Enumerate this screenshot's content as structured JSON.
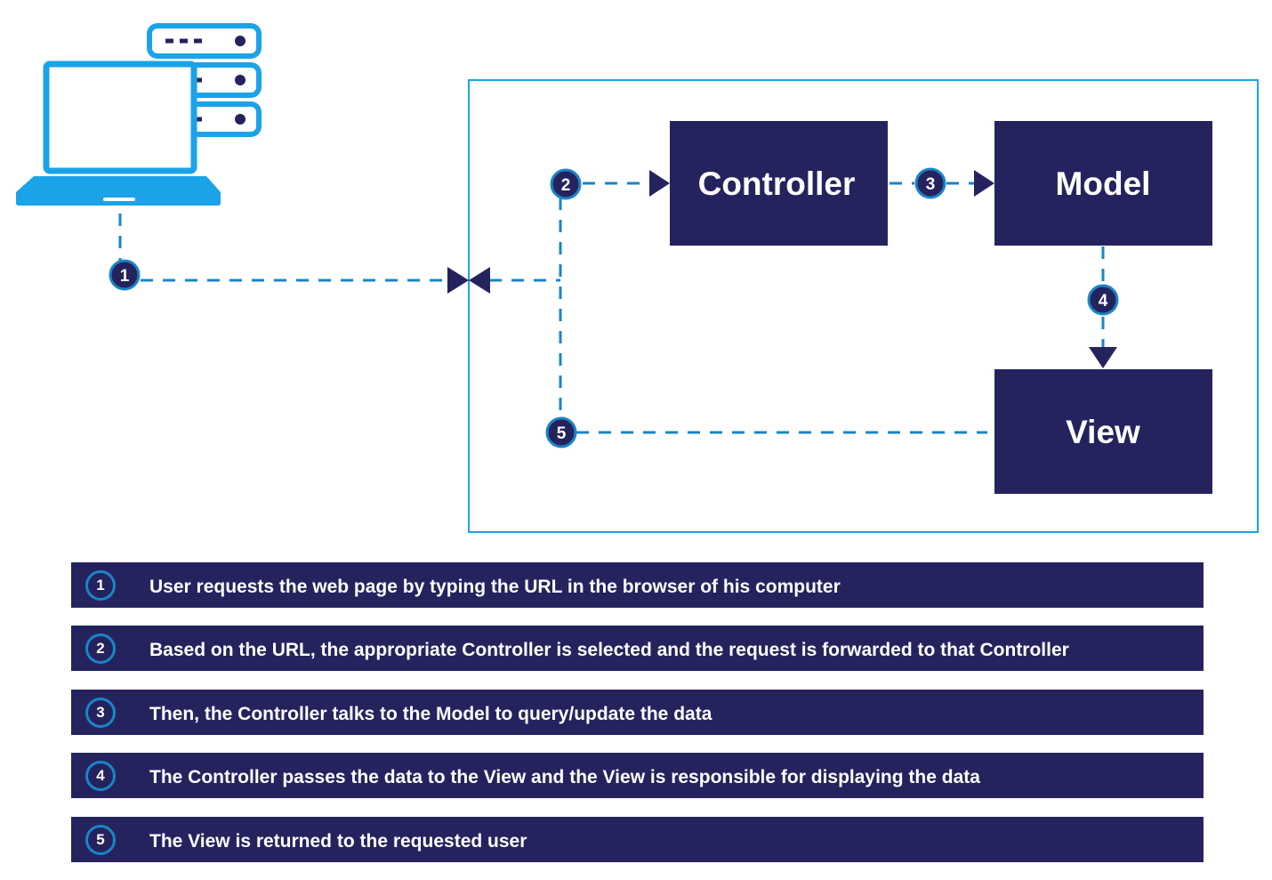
{
  "colors": {
    "navy": "#25235e",
    "blue": "#1a85c7",
    "light_blue": "#1aa3e8",
    "white": "#ffffff"
  },
  "icons": {
    "client": "laptop-icon",
    "server": "server-stack-icon"
  },
  "diagram": {
    "boxes": {
      "controller": "Controller",
      "model": "Model",
      "view": "View"
    },
    "badges": [
      "1",
      "2",
      "3",
      "4",
      "5"
    ]
  },
  "legend": [
    {
      "number": "1",
      "text": "User requests the web page by typing the URL in the browser of his computer"
    },
    {
      "number": "2",
      "text": "Based on the URL, the appropriate Controller is selected and the request is forwarded to that Controller"
    },
    {
      "number": "3",
      "text": "Then, the Controller talks to the Model to query/update the data"
    },
    {
      "number": "4",
      "text": "The Controller passes the data to the View and the View is responsible for displaying the data"
    },
    {
      "number": "5",
      "text": "The View is returned to the requested user"
    }
  ]
}
